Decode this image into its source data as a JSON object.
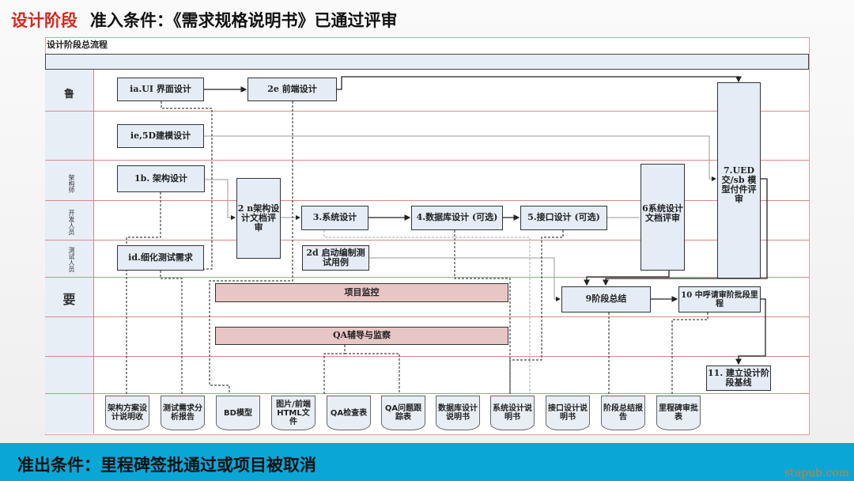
{
  "header": {
    "stage": "设计阶段",
    "entry_condition": "准入条件：《需求规格说明书》已通过评审"
  },
  "diagram": {
    "title": "设计阶段总流程",
    "lanes": [
      "鲁",
      "",
      "架构师",
      "开发人员",
      "测试人员",
      "要",
      "",
      "",
      ""
    ],
    "boxes": {
      "ui": "ia.UI 界面设计",
      "frontend": "2e 前端设计",
      "model": "ie,5D建模设计",
      "arch": "1b. 架构设计",
      "archreview": "2 n架构设计文档评审",
      "sys": "3.系统设计",
      "db": "4.数据库设计 (可选)",
      "api": "5.接口设计 (可选)",
      "sysreview": "6系统设计文档评审",
      "ued": "7.UED 交/sb 模型付件评审",
      "testreq": "id.细化测试需求",
      "testcase": "2d 启动编制测试用例",
      "monitor": "项目监控",
      "qa": "QA辅导与监察",
      "summary": "9阶段总结",
      "milestone": "10 中呼请审阶批段里程",
      "baseline": "11. 建立设计阶段基线"
    },
    "documents": [
      "架构方案设计说明收",
      "测试需求分析报告",
      "BD模型",
      "图片/前端HTML文件",
      "QA检查表",
      "QA问题跟踪表",
      "数据库设计说明书",
      "系统设计说明书",
      "接口设计说明书",
      "阶段总结报告",
      "里程碑审批表"
    ]
  },
  "footer": {
    "exit_condition": "准出条件：里程碑签批通过或项目被取消",
    "watermark": "stapub.com"
  },
  "colors": {
    "stage": "#d9261c",
    "footer": "#0aa6d6",
    "box": "#e5ecf6",
    "pink": "#e9c6c6"
  }
}
